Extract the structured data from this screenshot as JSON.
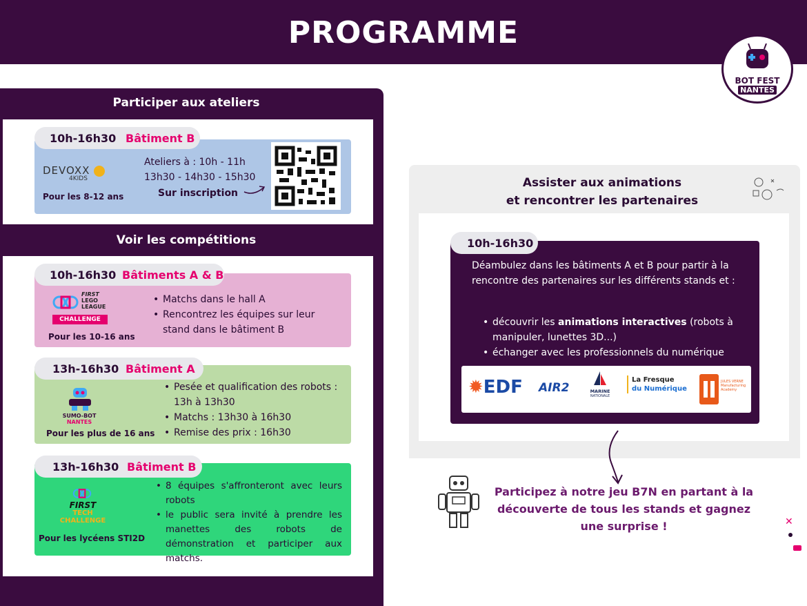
{
  "header": {
    "title": "PROGRAMME"
  },
  "logo": {
    "line1": "BOT FEST",
    "line2": "NANTES"
  },
  "left": {
    "section1_title": "Participer aux ateliers",
    "devox": {
      "time": "10h-16h30",
      "building": "Bâtiment B",
      "logo_text": "DEVOXX",
      "logo_sub": "4KIDS",
      "line1": "Ateliers à  : 10h - 11h",
      "line2": "13h30 - 14h30 - 15h30",
      "registration": "Sur inscription",
      "audience": "Pour les 8-12 ans"
    },
    "section2_title": "Voir les compétitions",
    "fll": {
      "time": "10h-16h30",
      "building": "Bâtiments A & B",
      "logo_lines": [
        "FIRST",
        "LEGO",
        "LEAGUE"
      ],
      "logo_badge": "CHALLENGE",
      "items": [
        "Matchs dans le hall A",
        "Rencontrez les équipes sur leur stand dans le bâtiment B"
      ],
      "audience": "Pour les 10-16 ans"
    },
    "sumo": {
      "time": "13h-16h30",
      "building": "Bâtiment A",
      "logo_lines": [
        "SUMO-BOT",
        "NANTES"
      ],
      "items": [
        "Pesée et qualification des robots : 13h à 13h30",
        "Matchs : 13h30 à 16h30",
        "Remise des prix : 16h30"
      ],
      "audience": "Pour les plus de 16 ans"
    },
    "ftc": {
      "time": "13h-16h30",
      "building": "Bâtiment B",
      "logo_lines": [
        "FIRST",
        "TECH",
        "CHALLENGE"
      ],
      "items": [
        "8 équipes s'affronteront avec leurs robots",
        "le public sera invité à prendre les manettes des robots de démonstration et participer aux matchs."
      ],
      "audience": "Pour les lycéens STI2D"
    }
  },
  "right": {
    "title_line1": "Assister aux animations",
    "title_line2": "et rencontrer les partenaires",
    "time": "10h-16h30",
    "intro": "Déambulez dans les bâtiments A et B pour partir à la rencontre des partenaires sur les différents stands et :",
    "bullet1_prefix": "découvrir les ",
    "bullet1_bold": "animations  interactives",
    "bullet1_suffix": " (robots à manipuler, lunettes 3D...)",
    "bullet2": "échanger avec les professionnels du numérique",
    "partners": {
      "edf": "EDF",
      "air2": "AIR2",
      "marine_line1": "MARINE",
      "marine_line2": "NATIONALE",
      "fresque_line1": "La Fresque",
      "fresque_line2": "du Numérique",
      "jules_verne": "JULES VERNE Manufacturing Academy"
    }
  },
  "bottom": {
    "text": "Participez à notre jeu B7N en partant à la découverte de tous les stands et gagnez une surprise !"
  },
  "colors": {
    "primary": "#3a0c3f",
    "accent": "#e5006e",
    "devox_card": "#aec6e6",
    "fll_card": "#e6b1d4",
    "sumo_card": "#bcdba6",
    "ftc_card": "#2fd67b"
  }
}
